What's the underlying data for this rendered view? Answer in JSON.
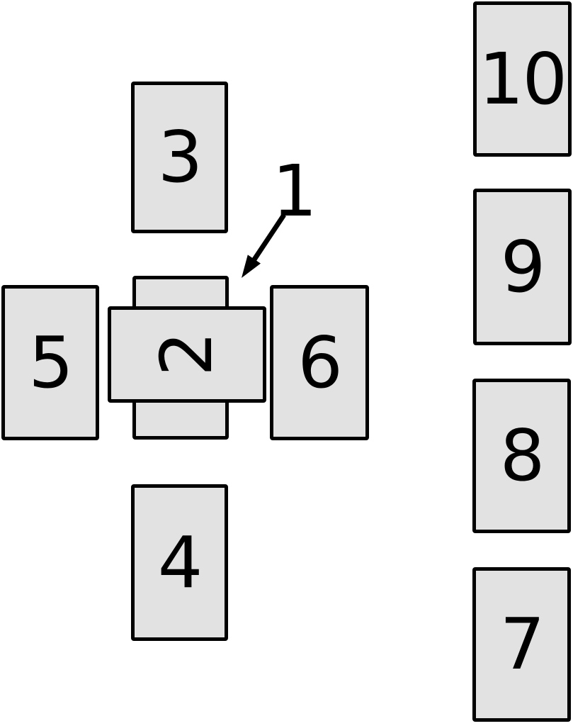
{
  "diagram": {
    "type": "card-spread",
    "annotation": {
      "label": "1"
    },
    "cards": {
      "card2": {
        "label": "2",
        "orientation": "horizontal-rotated"
      },
      "card3": {
        "label": "3",
        "orientation": "vertical"
      },
      "card4": {
        "label": "4",
        "orientation": "vertical"
      },
      "card5": {
        "label": "5",
        "orientation": "vertical"
      },
      "card6": {
        "label": "6",
        "orientation": "vertical"
      },
      "card7": {
        "label": "7",
        "orientation": "vertical"
      },
      "card8": {
        "label": "8",
        "orientation": "vertical"
      },
      "card9": {
        "label": "9",
        "orientation": "vertical"
      },
      "card10": {
        "label": "10",
        "orientation": "vertical"
      }
    },
    "colors": {
      "background": "#ffffff",
      "card_fill": "#e2e2e2",
      "card_border": "#000000",
      "ink": "#000000"
    }
  }
}
